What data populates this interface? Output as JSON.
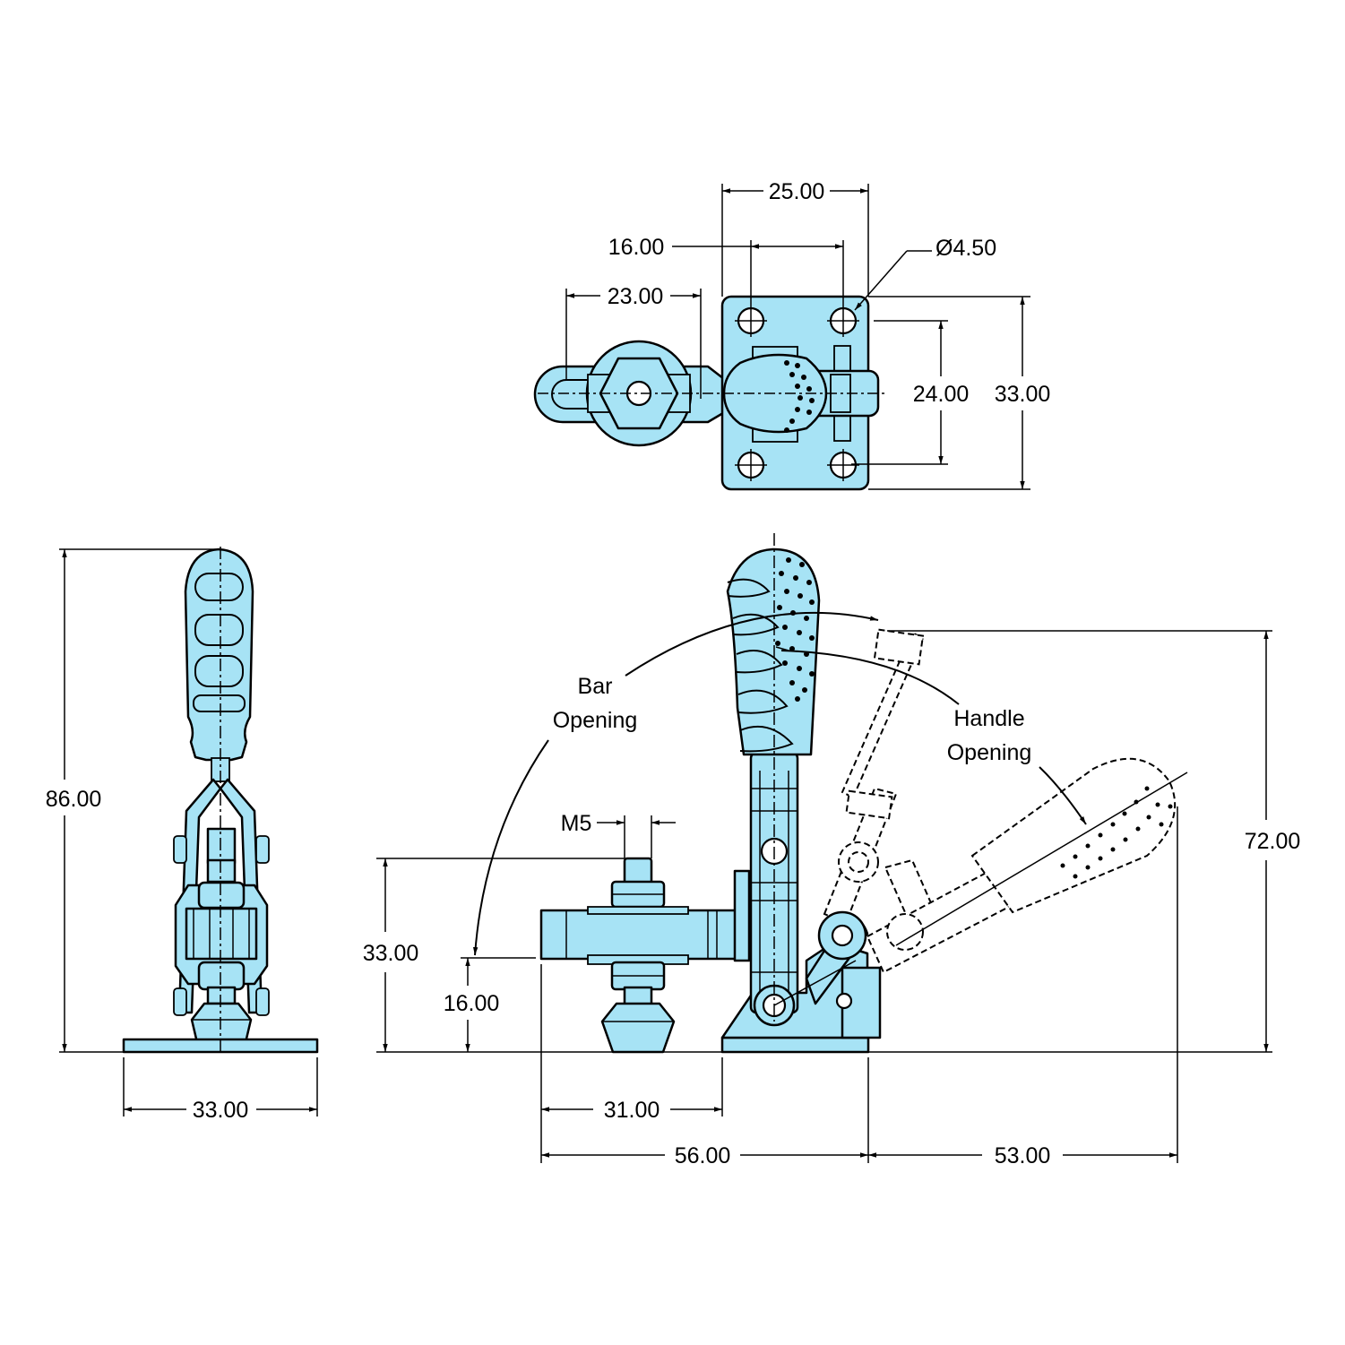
{
  "dimensions": {
    "top_width_25": "25.00",
    "top_hole_spacing_16": "16.00",
    "top_hole_dia": "Ø4.50",
    "top_arm_23": "23.00",
    "top_hole_spacing_24": "24.00",
    "top_height_33": "33.00",
    "left_height_86": "86.00",
    "left_width_33": "33.00",
    "side_thread": "M5",
    "side_height_33": "33.00",
    "side_height_16": "16.00",
    "side_length_31": "31.00",
    "side_length_56": "56.00",
    "side_length_53": "53.00",
    "side_height_72": "72.00"
  },
  "labels": {
    "bar_opening_line1": "Bar",
    "bar_opening_line2": "Opening",
    "handle_opening_line1": "Handle",
    "handle_opening_line2": "Opening"
  },
  "colors": {
    "part_fill": "#a7e3f5",
    "outline": "#000000",
    "background": "#ffffff"
  }
}
